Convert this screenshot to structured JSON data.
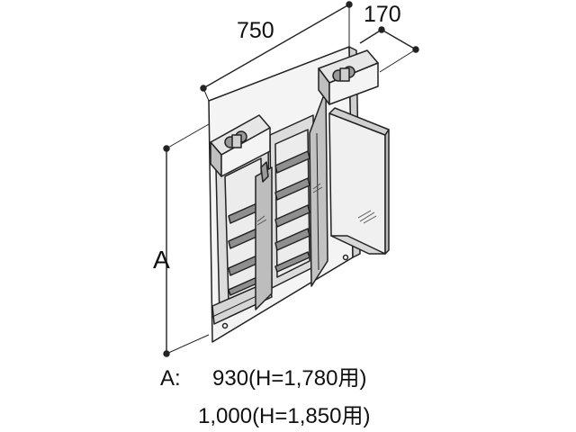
{
  "dimensions": {
    "width": "750",
    "depth": "170",
    "height_label": "A"
  },
  "legend": {
    "label": "A:",
    "rows": [
      {
        "value": "930",
        "note": "(H=1,780用)"
      },
      {
        "value": "1,000",
        "note": "(H=1,850用)"
      }
    ]
  },
  "colors": {
    "line": "#222222",
    "shade_light": "#e8e8e8",
    "shade_mid": "#c9c9c9",
    "shade_dark": "#8a8a8a"
  }
}
